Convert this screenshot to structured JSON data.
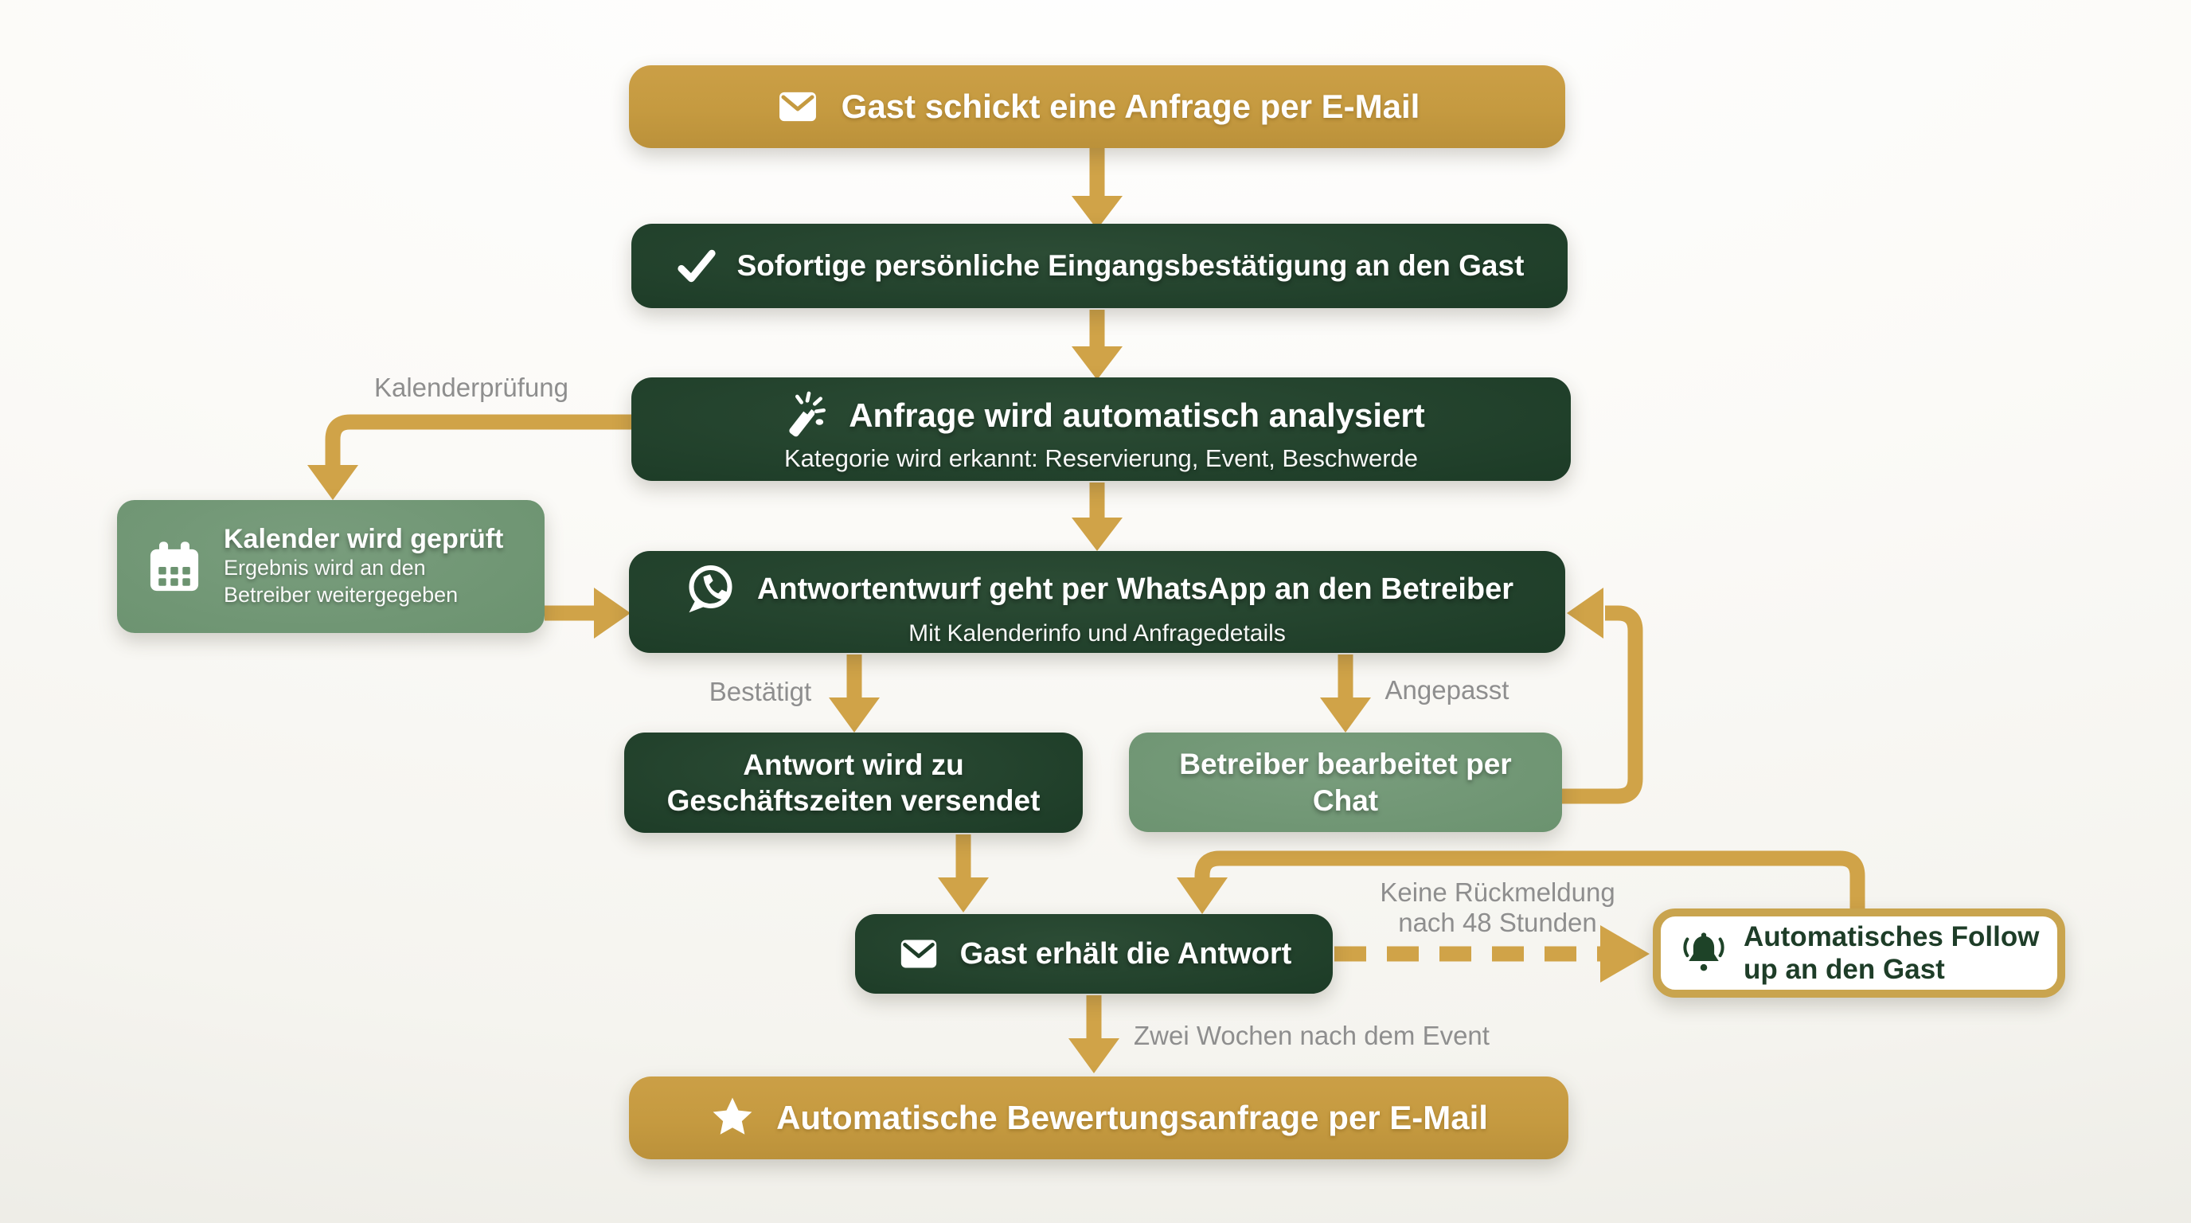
{
  "colors": {
    "gold": "#C59A40",
    "arrow_gold": "#D0A348",
    "border_gold": "#C9A44E",
    "dark_green": "#1E3D28",
    "medium_green": "#6C9370",
    "label_gray": "#8E8E8E",
    "background": "#F8F7F2",
    "text_white": "#FFFFFF"
  },
  "nodes": {
    "guest_email": {
      "title": "Gast schickt eine Anfrage per E-Mail",
      "icon": "envelope-icon",
      "style": "gold"
    },
    "confirmation": {
      "title": "Sofortige persönliche Eingangsbestätigung an den Gast",
      "icon": "check-icon",
      "style": "dark-green"
    },
    "analysis": {
      "title": "Anfrage wird automatisch analysiert",
      "subtitle": "Kategorie wird erkannt: Reservierung, Event, Beschwerde",
      "icon": "magic-wand-icon",
      "style": "dark-green"
    },
    "calendar": {
      "title": "Kalender wird geprüft",
      "subtitle": "Ergebnis wird an den Betreiber weitergegeben",
      "icon": "calendar-icon",
      "style": "medium-green"
    },
    "whatsapp": {
      "title": "Antwortentwurf geht per WhatsApp an den Betreiber",
      "subtitle": "Mit Kalenderinfo und Anfragedetails",
      "icon": "whatsapp-icon",
      "style": "dark-green"
    },
    "send_hours": {
      "title": "Antwort wird zu Geschäftszeiten versendet",
      "style": "dark-green"
    },
    "operator_chat": {
      "title": "Betreiber bearbeitet per Chat",
      "style": "medium-green"
    },
    "guest_receives": {
      "title": "Gast erhält die Antwort",
      "icon": "envelope-icon",
      "style": "dark-green"
    },
    "follow_up": {
      "title": "Automatisches Follow up an den Gast",
      "icon": "bell-icon",
      "style": "white-gold-outline"
    },
    "review": {
      "title": "Automatische Bewertungsanfrage per E-Mail",
      "icon": "star-icon",
      "style": "gold"
    }
  },
  "edge_labels": {
    "calendar_check": "Kalenderprüfung",
    "confirmed": "Bestätigt",
    "adjusted": "Angepasst",
    "no_response": "Keine Rückmeldung nach 48 Stunden",
    "two_weeks": "Zwei Wochen nach dem Event"
  }
}
